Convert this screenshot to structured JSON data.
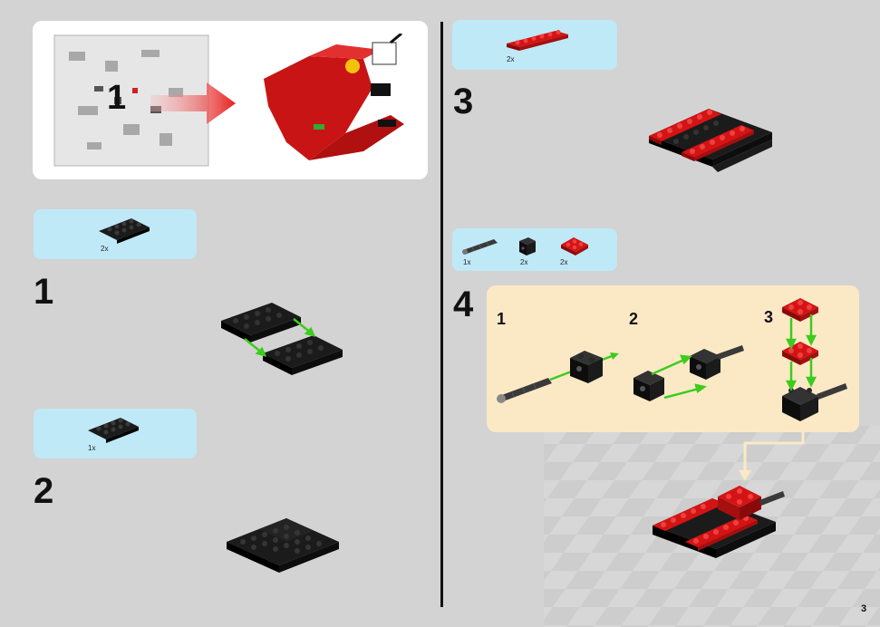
{
  "intro": {
    "bag_number": "1"
  },
  "left_steps": [
    {
      "number": "1",
      "parts": [
        {
          "qty": "2x",
          "part": "black-plate-2x4"
        }
      ]
    },
    {
      "number": "2",
      "parts": [
        {
          "qty": "1x",
          "part": "black-plate-2x4"
        }
      ]
    }
  ],
  "step3": {
    "number": "3",
    "parts": [
      {
        "qty": "2x",
        "part": "red-plate-1x6"
      }
    ]
  },
  "step4": {
    "number": "4",
    "parts": [
      {
        "qty": "1x",
        "part": "axle-dark-grey"
      },
      {
        "qty": "2x",
        "part": "black-brick-1x2-technic"
      },
      {
        "qty": "2x",
        "part": "red-plate-2x2"
      }
    ],
    "substeps": [
      "1",
      "2",
      "3"
    ]
  },
  "page_number": "3",
  "colors": {
    "background": "#d3d3d3",
    "panel_blue": "#bfe9f7",
    "panel_tan": "#fbe9c6",
    "lego_red": "#d41414",
    "lego_black": "#1b1b1b",
    "arrow_green": "#3ccc1e"
  }
}
